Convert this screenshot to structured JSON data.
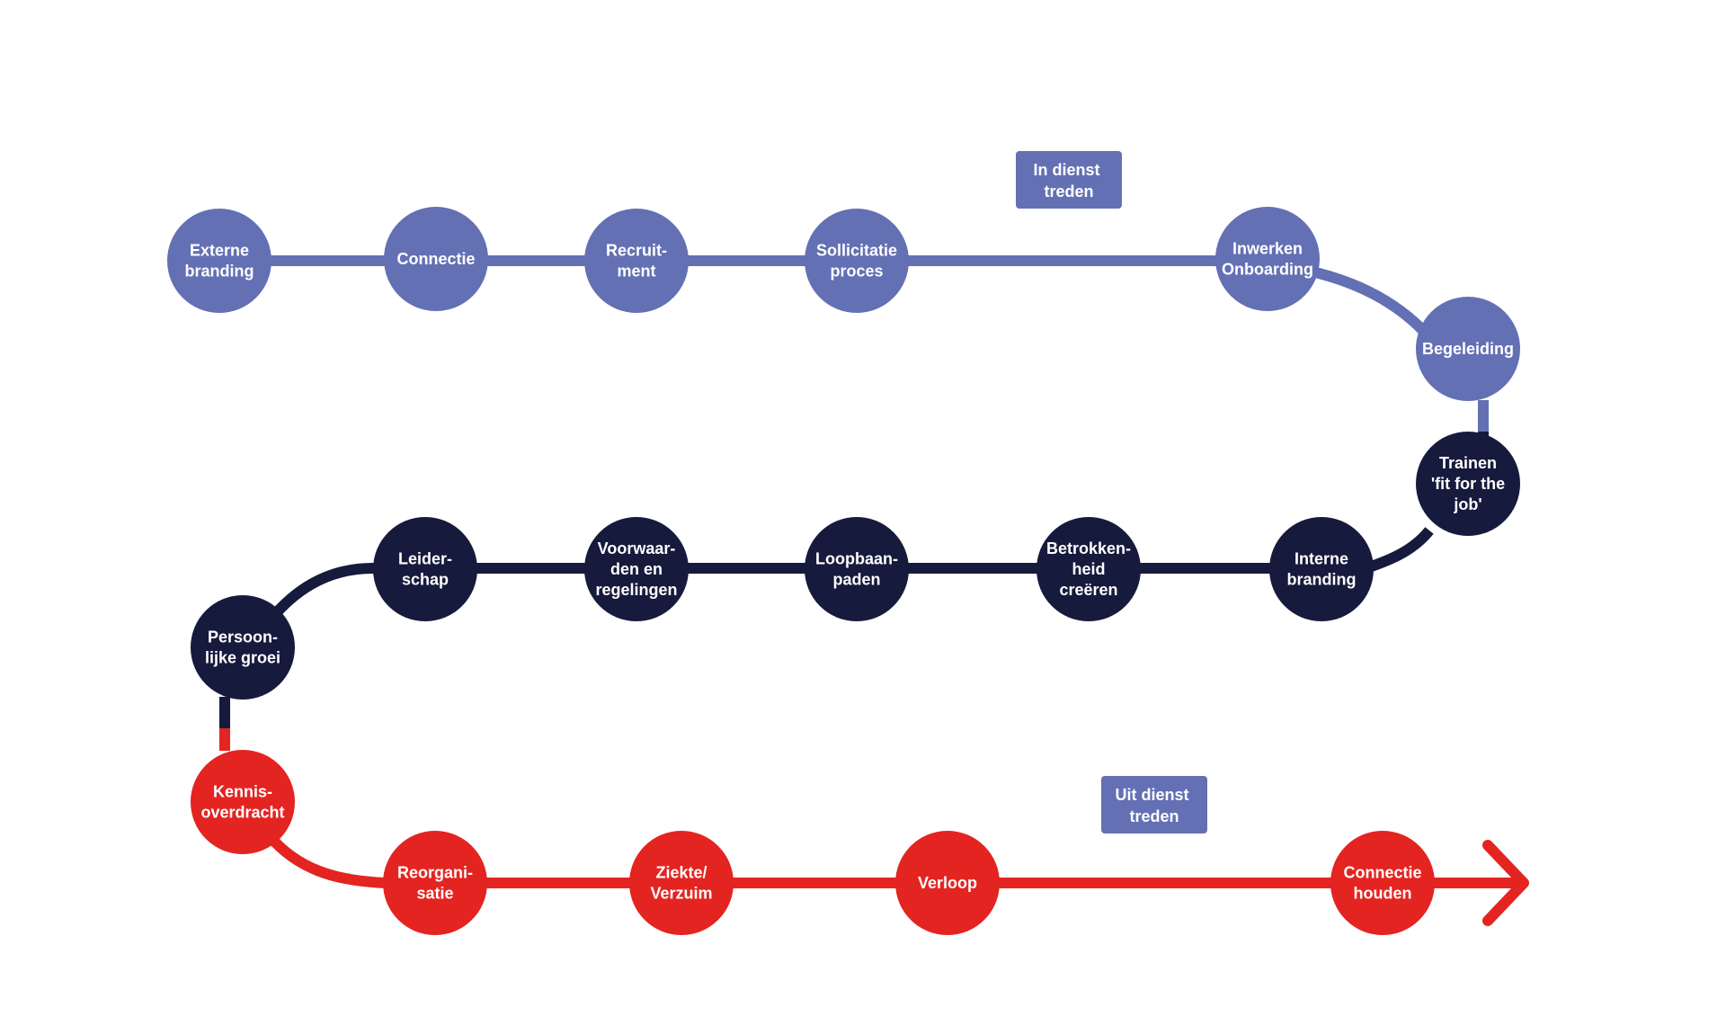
{
  "colors": {
    "phase_in": "#6470b4",
    "phase_during": "#161a3c",
    "phase_out": "#e42421",
    "background": "#ffffff"
  },
  "tags": {
    "in_dienst": "In dienst treden",
    "uit_dienst": "Uit dienst treden"
  },
  "steps": [
    {
      "label": "Externe branding",
      "phase": "in"
    },
    {
      "label": "Connectie",
      "phase": "in"
    },
    {
      "label": "Recruit-ment",
      "phase": "in"
    },
    {
      "label": "Sollicitatie proces",
      "phase": "in"
    },
    {
      "label": "Inwerken Onboarding",
      "phase": "in"
    },
    {
      "label": "Begeleiding",
      "phase": "in"
    },
    {
      "label": "Trainen 'fit for the job'",
      "phase": "during"
    },
    {
      "label": "Interne branding",
      "phase": "during"
    },
    {
      "label": "Betrokken-heid creëren",
      "phase": "during"
    },
    {
      "label": "Loopbaan-paden",
      "phase": "during"
    },
    {
      "label": "Voorwaar-den en regelingen",
      "phase": "during"
    },
    {
      "label": "Leider-schap",
      "phase": "during"
    },
    {
      "label": "Persoon-lijke groei",
      "phase": "during"
    },
    {
      "label": "Kennis-overdracht",
      "phase": "out"
    },
    {
      "label": "Reorgani-satie",
      "phase": "out"
    },
    {
      "label": "Ziekte/ Verzuim",
      "phase": "out"
    },
    {
      "label": "Verloop",
      "phase": "out"
    },
    {
      "label": "Connectie houden",
      "phase": "out"
    }
  ]
}
